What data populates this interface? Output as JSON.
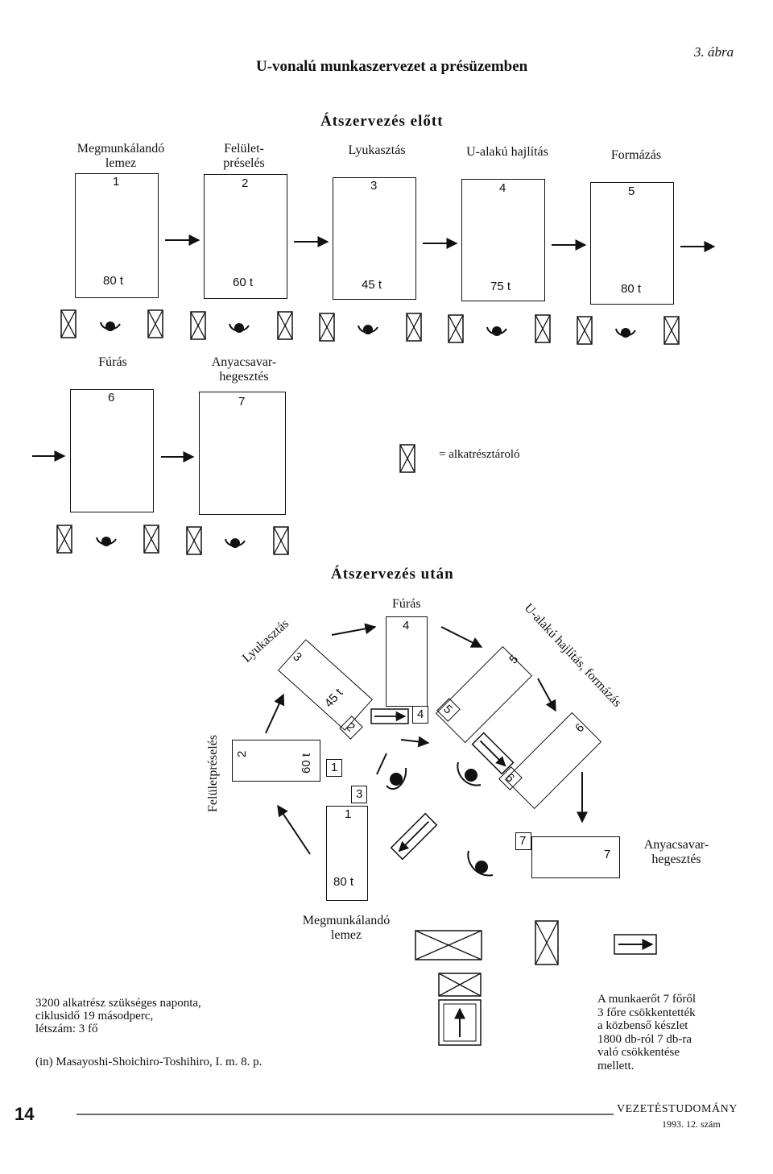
{
  "header": {
    "title": "U-vonalú munkaszervezet a présüzemben",
    "figure": "3. ábra"
  },
  "before": {
    "heading": "Átszervezés előtt",
    "row1": [
      {
        "label_l1": "Megmunkálandó",
        "label_l2": "lemez",
        "number": "1",
        "tonnage": "80 t"
      },
      {
        "label_l1": "Felület-",
        "label_l2": "préselés",
        "number": "2",
        "tonnage": "60 t"
      },
      {
        "label_l1": "Lyukasztás",
        "label_l2": "",
        "number": "3",
        "tonnage": "45 t"
      },
      {
        "label_l1": "U-alakú hajlítás",
        "label_l2": "",
        "number": "4",
        "tonnage": "75 t"
      },
      {
        "label_l1": "Formázás",
        "label_l2": "",
        "number": "5",
        "tonnage": "80 t"
      }
    ],
    "row2": [
      {
        "label_l1": "Fúrás",
        "label_l2": "",
        "number": "6"
      },
      {
        "label_l1": "Anyacsavar-",
        "label_l2": "hegesztés",
        "number": "7"
      }
    ],
    "legend": "= alkatrésztároló"
  },
  "after": {
    "heading": "Átszervezés után",
    "furas": "Fúrás",
    "lyukasztas": "Lyukasztás",
    "u_alaku": "U-alakú hajlítás, formázás",
    "feluletpreseles": "Felületpréselés",
    "anyacsavar_l1": "Anyacsavar-",
    "anyacsavar_l2": "hegesztés",
    "megmunkalando_l1": "Megmunkálandó",
    "megmunkalando_l2": "lemez",
    "ton_45": "45 t",
    "ton_60": "60 t",
    "ton_80": "80 t",
    "n1": "1",
    "n2": "2",
    "n3": "3",
    "n4": "4",
    "n5": "5",
    "n6": "6",
    "n7": "7"
  },
  "notes": {
    "left_l1": "3200 alkatrész szükséges naponta,",
    "left_l2": "ciklusidő 19 másodperc,",
    "left_l3": "létszám: 3 fő",
    "source": "(in) Masayoshi-Shoichiro-Toshihiro, I. m. 8. p.",
    "right_l1": "A munkaerőt 7 főről",
    "right_l2": "3 főre csökkentették",
    "right_l3": "a közbenső készlet",
    "right_l4": "1800 db-ról 7 db-ra",
    "right_l5": "való csökkentése",
    "right_l6": "mellett."
  },
  "footer": {
    "page_number": "14",
    "journal": "VEZETÉSTUDOMÁNY",
    "issue": "1993. 12. szám"
  }
}
